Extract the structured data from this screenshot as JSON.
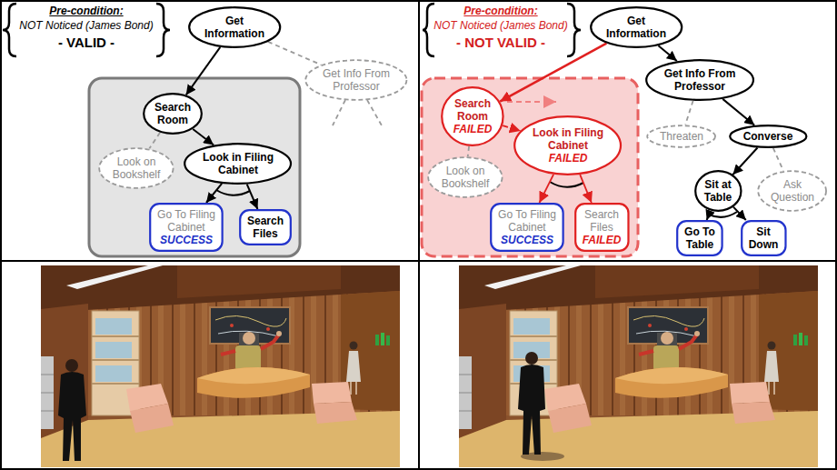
{
  "diagram": {
    "nodes": [
      {
        "text": [
          "Get Information"
        ]
      },
      {
        "text": [
          "Search Room"
        ]
      },
      {
        "text": [
          "Get Info From Professor"
        ]
      },
      {
        "text": [
          "Look on Bookshelf"
        ]
      },
      {
        "text": [
          "Look in Filing Cabinet"
        ]
      },
      {
        "text": [
          "Go To Filing Cabinet",
          "SUCCESS"
        ]
      },
      {
        "text": [
          "Search Files"
        ]
      },
      {
        "text": [
          "Get Information"
        ]
      },
      {
        "text": [
          "Search Room",
          "FAILED"
        ]
      },
      {
        "text": [
          "Get Info From Professor"
        ]
      },
      {
        "text": [
          "Look on Bookshelf"
        ]
      },
      {
        "text": [
          "Look in Filing Cabinet",
          "FAILED"
        ]
      },
      {
        "text": [
          "Go To Filing Cabinet",
          "SUCCESS"
        ]
      },
      {
        "text": [
          "Search Files",
          "FAILED"
        ]
      },
      {
        "text": [
          "Threaten"
        ]
      },
      {
        "text": [
          "Converse"
        ]
      },
      {
        "text": [
          "Ask Question"
        ]
      },
      {
        "text": [
          "Sit at Table"
        ]
      },
      {
        "text": [
          "Go To Table"
        ]
      },
      {
        "text": [
          "Sit Down"
        ]
      }
    ],
    "edges": [
      {
        "from": 0,
        "to": 1,
        "arrow": "to"
      },
      {
        "from": 0,
        "to": 2,
        "arrow": "none"
      },
      {
        "from": 1,
        "to": 3,
        "arrow": "none"
      },
      {
        "from": 1,
        "to": 4,
        "arrow": "to"
      },
      {
        "from": 4,
        "to": 5,
        "arrow": "to"
      },
      {
        "from": 4,
        "to": 6,
        "arrow": "to"
      },
      {
        "from": 7,
        "to": 8,
        "arrow": "to"
      },
      {
        "from": 7,
        "to": 9,
        "arrow": "to"
      },
      {
        "from": 8,
        "to": 10,
        "arrow": "none"
      },
      {
        "from": 8,
        "to": 11,
        "arrow": "to"
      },
      {
        "from": 11,
        "to": 12,
        "arrow": "to"
      },
      {
        "from": 11,
        "to": 13,
        "arrow": "to"
      },
      {
        "from": 9,
        "to": 14,
        "arrow": "none"
      },
      {
        "from": 9,
        "to": 15,
        "arrow": "to"
      },
      {
        "from": 15,
        "to": 16,
        "arrow": "none"
      },
      {
        "from": 15,
        "to": 17,
        "arrow": "to"
      },
      {
        "from": 17,
        "to": 18,
        "arrow": "to"
      },
      {
        "from": 17,
        "to": 19,
        "arrow": "to"
      }
    ],
    "labels": [
      "Pre-condition:",
      "NOT Noticed (James Bond)",
      "- VALID -",
      "Pre-condition:",
      "NOT Noticed (James Bond)",
      "- NOT VALID -"
    ]
  }
}
